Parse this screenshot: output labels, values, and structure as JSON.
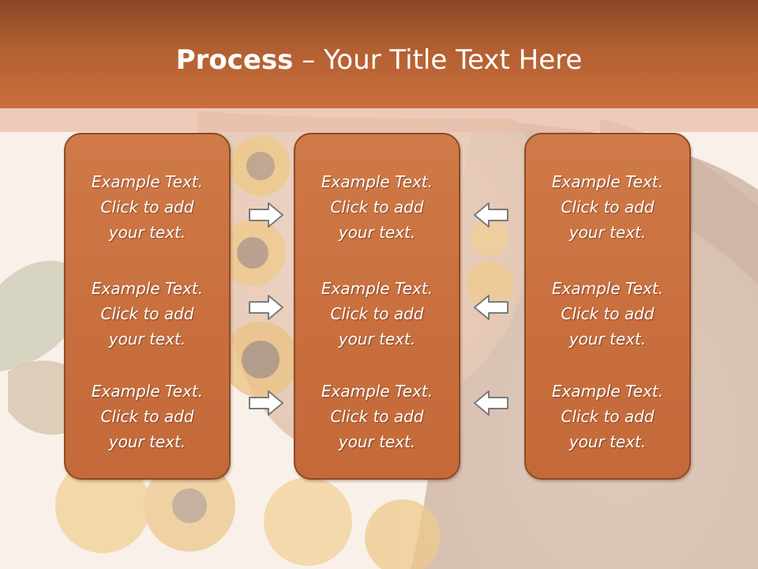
{
  "slide": {
    "title_bold": "Process",
    "title_rest": " – Your Title Text Here",
    "colors": {
      "header": "#b25f31",
      "box_fill": "#c96f3e",
      "box_border": "#8e4a25",
      "arrow_fill": "#ffffff",
      "arrow_stroke": "#7a7a7a"
    },
    "columns": [
      {
        "items": [
          {
            "line1": "Example Text.",
            "line2": "Click  to add",
            "line3": "your text."
          },
          {
            "line1": "Example Text.",
            "line2": "Click  to add",
            "line3": "your text."
          },
          {
            "line1": "Example Text.",
            "line2": "Click  to add",
            "line3": "your text."
          }
        ]
      },
      {
        "items": [
          {
            "line1": "Example Text.",
            "line2": "Click  to add",
            "line3": "your text."
          },
          {
            "line1": "Example Text.",
            "line2": "Click  to add",
            "line3": "your text."
          },
          {
            "line1": "Example Text.",
            "line2": "Click  to add",
            "line3": "your text."
          }
        ]
      },
      {
        "items": [
          {
            "line1": "Example Text.",
            "line2": "Click  to add",
            "line3": "your text."
          },
          {
            "line1": "Example Text.",
            "line2": "Click  to add",
            "line3": "your text."
          },
          {
            "line1": "Example Text.",
            "line2": "Click  to add",
            "line3": "your text."
          }
        ]
      }
    ],
    "arrows": {
      "left_group": "arrow-right-icon",
      "right_group": "arrow-left-icon"
    }
  }
}
